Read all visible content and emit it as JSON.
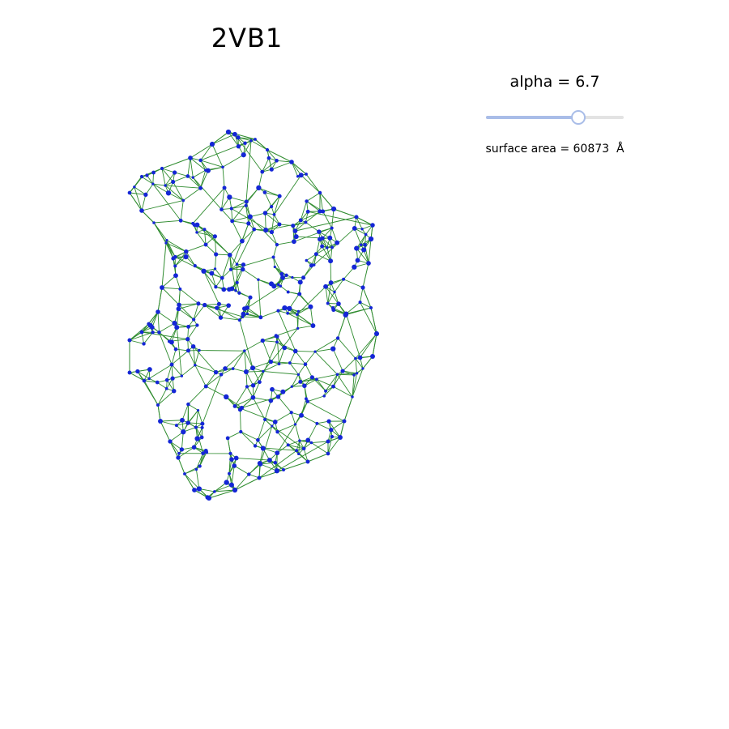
{
  "plot": {
    "title": "2VB1"
  },
  "controls": {
    "alpha_label": "alpha = 6.7",
    "alpha_value": 6.7,
    "alpha_slider_fraction": 0.67,
    "surface_area_label": "surface area = 60873  Å"
  },
  "colors": {
    "vertex": "#1426d6",
    "edge": "#2e8b2e",
    "slider_accent": "#a9bde8",
    "slider_track": "#e3e3e3"
  }
}
